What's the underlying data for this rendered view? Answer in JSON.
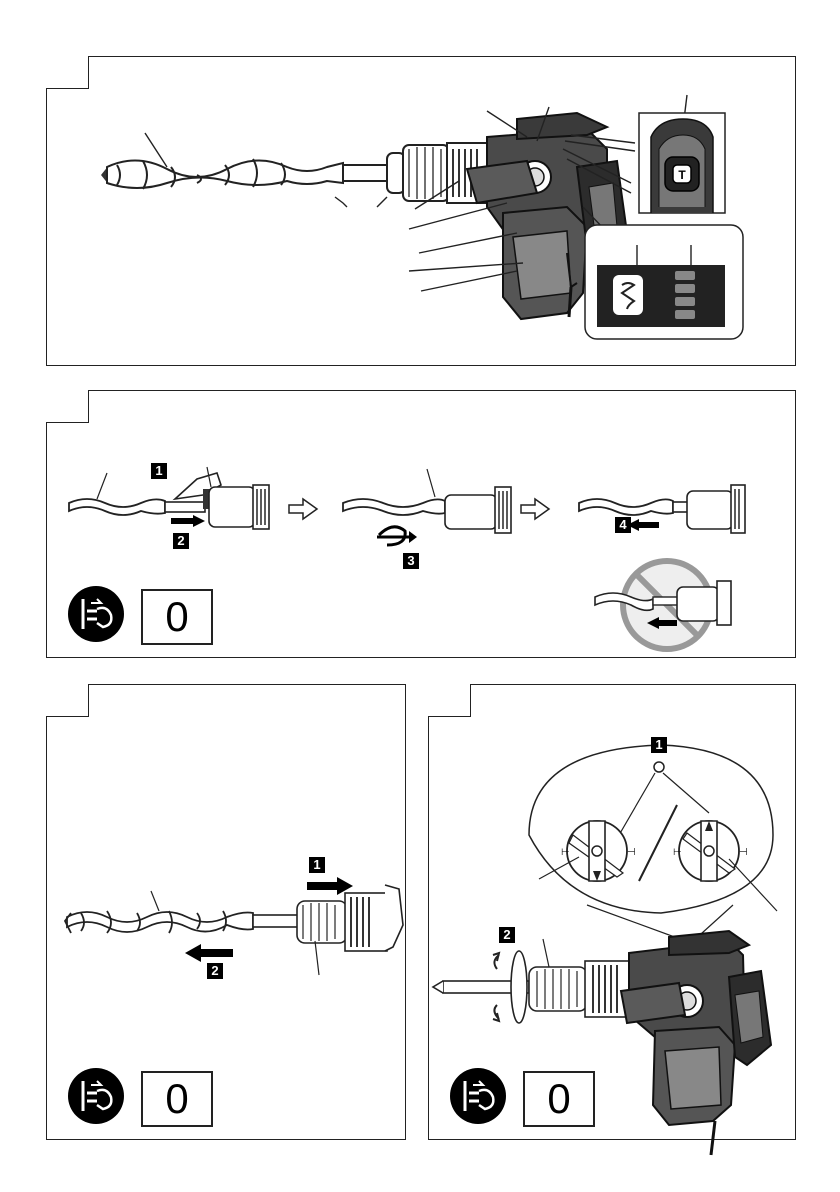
{
  "steps": {
    "p2_s1": "1",
    "p2_s2": "2",
    "p2_s3": "3",
    "p2_s4": "4",
    "p3_s1": "1",
    "p3_s2": "2",
    "p4_s1": "1",
    "p4_s2": "2"
  },
  "mode_box": {
    "p2": "0",
    "p3": "0",
    "p4": "0"
  },
  "icons": {
    "unplug": "unplug-icon",
    "trigger_lock": "trigger-lock-icon",
    "drill_mode": "drill-mode-icon",
    "right_arrow": "hollow-right-arrow-icon",
    "prohibited": "prohibited-icon"
  },
  "colors": {
    "line": "#222222",
    "tool_body": "#3a3a3a",
    "tool_dark": "#1c1c1c",
    "tool_light": "#8a8a8a",
    "panel_bg": "#ffffff"
  }
}
